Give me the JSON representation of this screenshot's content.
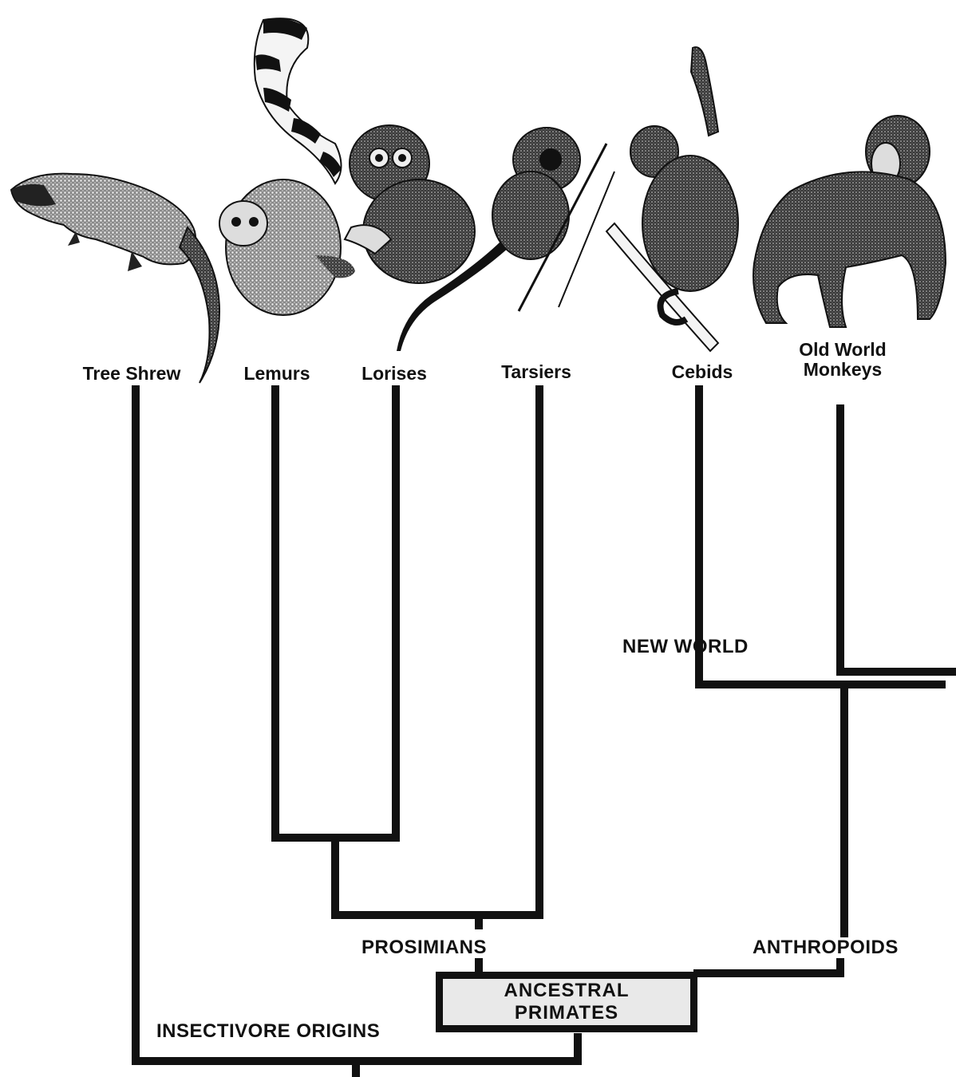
{
  "taxa": {
    "tree_shrew": "Tree Shrew",
    "lemurs": "Lemurs",
    "lorises": "Lorises",
    "tarsiers": "Tarsiers",
    "cebids": "Cebids",
    "old_world_monkeys": "Old World\nMonkeys"
  },
  "groups": {
    "new_world": "NEW WORLD",
    "prosimians": "PROSIMIANS",
    "anthropoids": "ANTHROPOIDS",
    "ancestral_primates": "ANCESTRAL\nPRIMATES",
    "insectivore_origins": "INSECTIVORE ORIGINS"
  },
  "colors": {
    "line": "#111111",
    "fur": "#2b2b2b",
    "box_fill": "#e9e9e9"
  },
  "illustrations": [
    "tree-shrew-illustration",
    "ring-tailed-lemur-illustration",
    "slow-loris-illustration",
    "tarsier-illustration",
    "cebid-monkey-illustration",
    "baboon-illustration"
  ]
}
